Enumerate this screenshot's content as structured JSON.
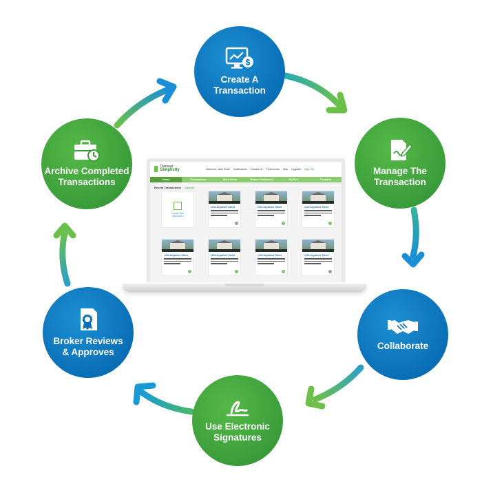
{
  "nodes": {
    "create": {
      "label_l1": "Create A",
      "label_l2": "Transaction"
    },
    "manage": {
      "label_l1": "Manage The",
      "label_l2": "Transaction"
    },
    "collab": {
      "label_l1": "Collaborate"
    },
    "sign": {
      "label_l1": "Use Electronic",
      "label_l2": "Signatures"
    },
    "broker": {
      "label_l1": "Broker Reviews",
      "label_l2": "& Approves"
    },
    "archive": {
      "label_l1": "Archive Completed",
      "label_l2": "Transactions"
    }
  },
  "colors": {
    "blue": "#0a6fb6",
    "green": "#3a9d3a",
    "arrow_teal": "#2ab0a8",
    "arrow_green": "#6cc04a",
    "arrow_blue": "#1a8fd6"
  },
  "icons": {
    "create": "monitor-dollar-icon",
    "manage": "document-pen-icon",
    "collab": "handshake-icon",
    "sign": "signature-icon",
    "broker": "certificate-icon",
    "archive": "briefcase-clock-icon"
  },
  "app": {
    "logo_small": "Transact",
    "logo_big": "Simplicity",
    "top_links": [
      "Welcome, Jane Smith",
      "Notifications",
      "Contact Us",
      "Preferences",
      "Help",
      "Upgrade",
      "Sign Out"
    ],
    "nav": [
      "Home",
      "Transactions",
      "Work Items",
      "Broker Dashboard",
      "MyFiles",
      "Contacts"
    ],
    "recent_label": "Recent Transactions",
    "recent_view": "View All",
    "new_card": {
      "line1": "Create New",
      "line2": "Transaction"
    },
    "cards_row1": [
      {
        "addr": "1234 Anywhere Street"
      },
      {
        "addr": "1234 Anywhere Street"
      },
      {
        "addr": "1234 Anywhere Street"
      }
    ],
    "cards_row2": [
      {
        "addr": "1234 Anywhere Street"
      },
      {
        "addr": "1234 Anywhere Street"
      },
      {
        "addr": "1234 Anywhere Street"
      },
      {
        "addr": "1234 Anywhere Street"
      }
    ]
  }
}
